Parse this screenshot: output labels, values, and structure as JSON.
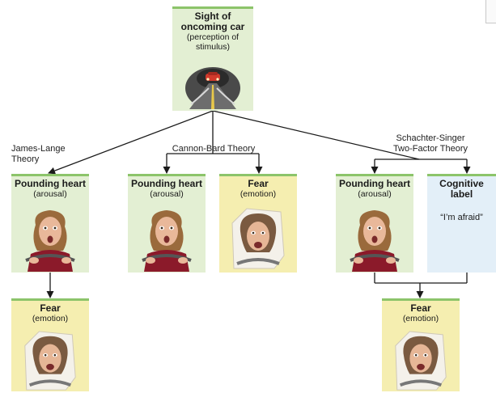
{
  "stimulus": {
    "title": "Sight of oncoming car",
    "subtitle": "(perception of stimulus)"
  },
  "theories": {
    "james_lange": "James-Lange Theory",
    "cannon_bard": "Cannon-Bard Theory",
    "schachter_singer_line1": "Schachter-Singer",
    "schachter_singer_line2": "Two-Factor Theory"
  },
  "arousal_box": {
    "title": "Pounding heart",
    "subtitle": "(arousal)"
  },
  "fear_box": {
    "title": "Fear",
    "subtitle": "(emotion)"
  },
  "cognitive_box": {
    "title": "Cognitive label",
    "quote": "“I’m afraid”"
  },
  "colors": {
    "green_box": "#e3efd3",
    "yellow_box": "#f5eeb0",
    "blue_box": "#e3eff8",
    "box_accent": "#8cc46a",
    "line": "#1a1a1a"
  }
}
